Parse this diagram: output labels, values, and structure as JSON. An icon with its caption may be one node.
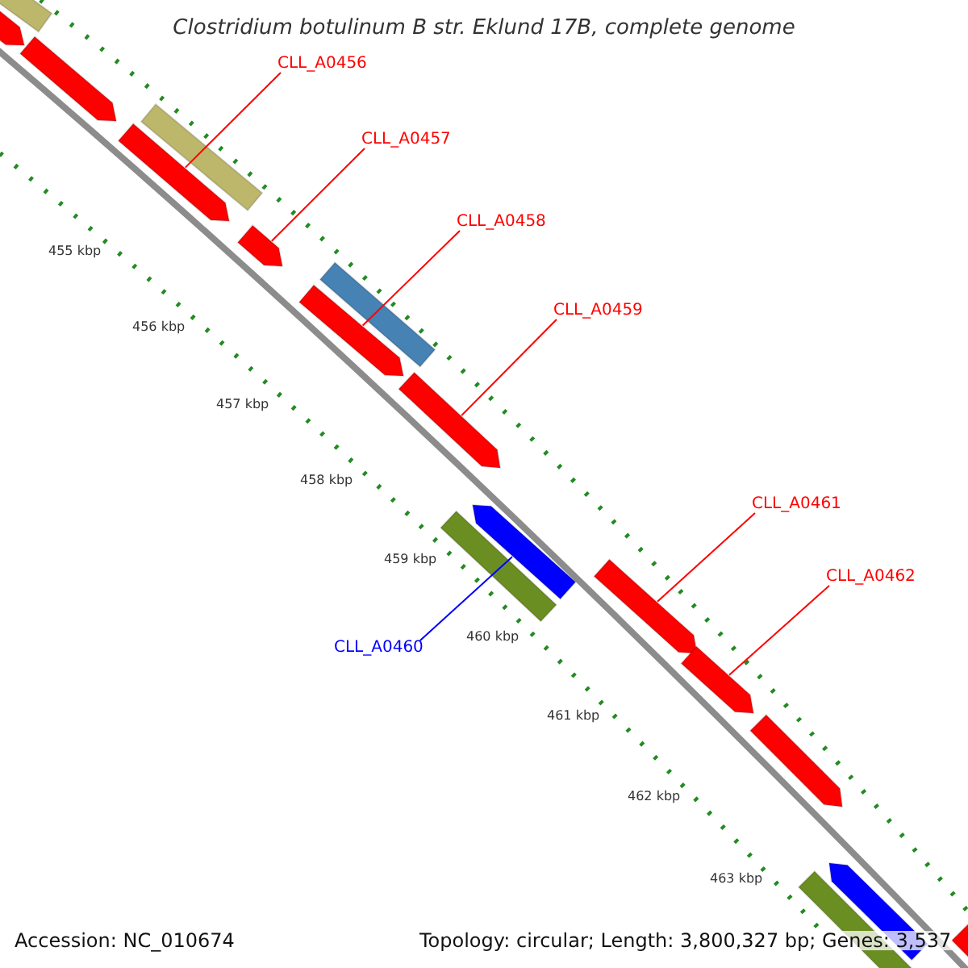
{
  "diagram": {
    "title": "Clostridium botulinum B str. Eklund 17B, complete genome",
    "nodes": [
      {
        "text": [],
        "shape": "bar"
      },
      {
        "text": [],
        "shape": "arrow"
      },
      {
        "text": [],
        "shape": "arrow"
      },
      {
        "text": [],
        "shape": "bar"
      },
      {
        "text": [],
        "shape": "arrow"
      },
      {
        "text": [],
        "shape": "arrow"
      },
      {
        "text": [],
        "shape": "bar"
      },
      {
        "text": [],
        "shape": "arrow"
      },
      {
        "text": [],
        "shape": "arrow"
      },
      {
        "text": [],
        "shape": "arrow"
      },
      {
        "text": [],
        "shape": "bar"
      },
      {
        "text": [],
        "shape": "arrow"
      },
      {
        "text": [],
        "shape": "arrow"
      },
      {
        "text": [],
        "shape": "arrow"
      },
      {
        "text": [],
        "shape": "arrow"
      },
      {
        "text": [],
        "shape": "bar"
      },
      {
        "text": [],
        "shape": "arrow"
      },
      {
        "text": [
          "CLL_A0456"
        ]
      },
      {
        "text": [
          "CLL_A0457"
        ]
      },
      {
        "text": [
          "CLL_A0458"
        ]
      },
      {
        "text": [
          "CLL_A0459"
        ]
      },
      {
        "text": [
          "CLL_A0460"
        ]
      },
      {
        "text": [
          "CLL_A0461"
        ]
      },
      {
        "text": [
          "CLL_A0462"
        ]
      }
    ],
    "edges": [
      {
        "from": 17,
        "to": 4,
        "arrow": "none"
      },
      {
        "from": 18,
        "to": 5,
        "arrow": "none"
      },
      {
        "from": 19,
        "to": 7,
        "arrow": "none"
      },
      {
        "from": 20,
        "to": 8,
        "arrow": "none"
      },
      {
        "from": 21,
        "to": 9,
        "arrow": "none",
        "color": "#0000ff"
      },
      {
        "from": 22,
        "to": 11,
        "arrow": "none"
      },
      {
        "from": 23,
        "to": 12,
        "arrow": "none"
      }
    ],
    "labels": [
      "455 kbp",
      "456 kbp",
      "457 kbp",
      "458 kbp",
      "459 kbp",
      "460 kbp",
      "461 kbp",
      "462 kbp",
      "463 kbp",
      "Accession: NC_010674",
      "Topology: circular; Length: 3,800,327 bp; Genes: 3,537"
    ]
  }
}
